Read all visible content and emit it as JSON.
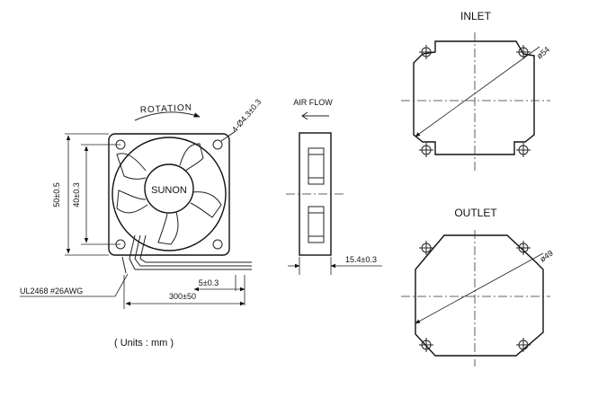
{
  "front_view": {
    "rotation_label": "ROTATION",
    "brand_label": "SUNON",
    "hole_callout": "4-Ø4.3±0.3",
    "outer_height_dim": "50±0.5",
    "hole_pitch_dim": "40±0.3"
  },
  "side_view": {
    "airflow_label": "AIR FLOW",
    "depth_dim": "15.4±0.3"
  },
  "wiring": {
    "wire_spec": "UL2468 #26AWG",
    "strip_length_dim": "5±0.3",
    "lead_length_dim": "300±50"
  },
  "units_note": "( Units : mm )",
  "inlet_view": {
    "title": "INLET",
    "diameter_dim": "ø54"
  },
  "outlet_view": {
    "title": "OUTLET",
    "diameter_dim": "ø49"
  }
}
